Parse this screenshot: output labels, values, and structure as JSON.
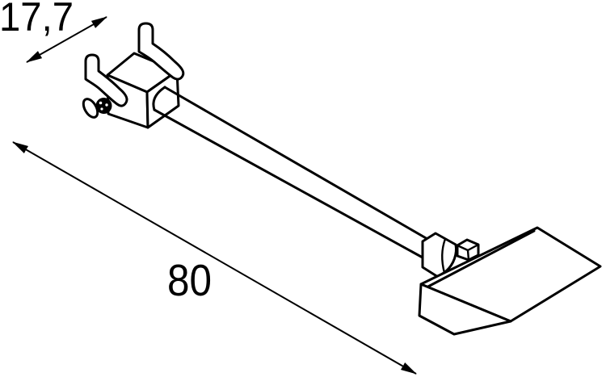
{
  "diagram": {
    "kind": "product dimension line drawing",
    "dimension_labels": {
      "bracket": "17,7",
      "arm": "80"
    },
    "parts": {
      "bracket": "clamp-bracket-with-hooks",
      "arm": "straight-mounting-arm",
      "head": "flat-wedge-lamp-head"
    },
    "colors": {
      "line": "#000000",
      "background": "#ffffff"
    }
  }
}
